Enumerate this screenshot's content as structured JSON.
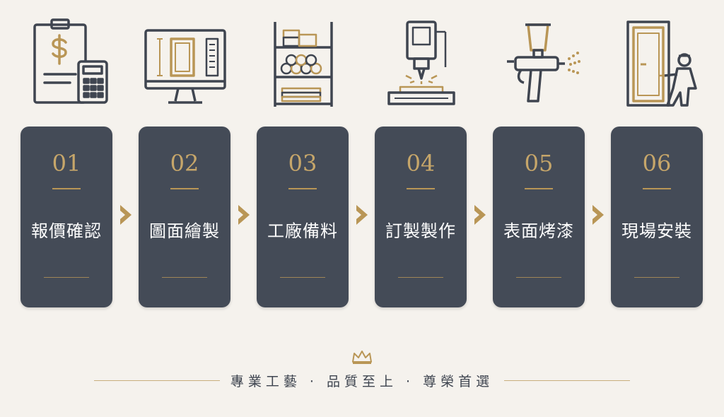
{
  "steps": [
    {
      "number": "01",
      "title": "報價確認",
      "icon": "quote-calculator-icon"
    },
    {
      "number": "02",
      "title": "圖面繪製",
      "icon": "drawing-monitor-icon"
    },
    {
      "number": "03",
      "title": "工廠備料",
      "icon": "material-shelf-icon"
    },
    {
      "number": "04",
      "title": "訂製製作",
      "icon": "cnc-machine-icon"
    },
    {
      "number": "05",
      "title": "表面烤漆",
      "icon": "spray-gun-icon"
    },
    {
      "number": "06",
      "title": "現場安裝",
      "icon": "door-installer-icon"
    }
  ],
  "footer": {
    "tagline": "專業工藝 · 品質至上 · 尊榮首選",
    "crown_icon": "crown-icon"
  },
  "colors": {
    "background": "#f5f2ed",
    "card": "#444b57",
    "gold": "#c6a66a",
    "icon_stroke": "#3f4550"
  }
}
